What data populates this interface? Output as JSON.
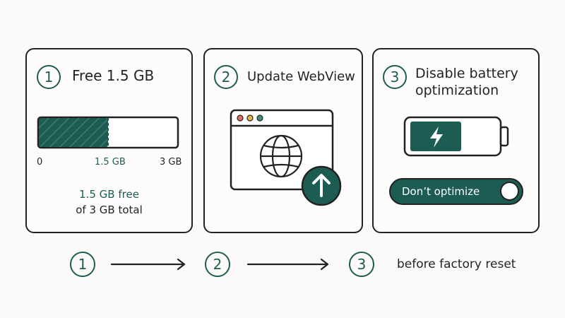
{
  "colors": {
    "accent": "#1d5c52",
    "ink": "#222222",
    "background": "#fbfaf8"
  },
  "cards": [
    {
      "number": "1",
      "title_lines": [
        "Free 1.5 GB"
      ],
      "storage": {
        "used_fraction": 0.5,
        "tick_labels": [
          "0",
          "1.5 GB",
          "3 GB"
        ],
        "free_line": "1.5 GB free",
        "total_line": "of 3 GB total"
      }
    },
    {
      "number": "2",
      "title_lines": [
        "Update WebView"
      ],
      "icons": [
        "browser-window-icon",
        "globe-icon",
        "update-arrow-icon"
      ],
      "window_dot_colors": [
        "#e0705a",
        "#e9b44a",
        "#3f8e7d"
      ]
    },
    {
      "number": "3",
      "title_lines": [
        "Disable battery",
        "optimization"
      ],
      "icons": [
        "battery-bolt-icon"
      ],
      "toggle": {
        "label": "Don’t optimize",
        "state": "on"
      }
    }
  ],
  "steps": {
    "numbers": [
      "1",
      "2",
      "3"
    ],
    "note": "before factory reset"
  }
}
